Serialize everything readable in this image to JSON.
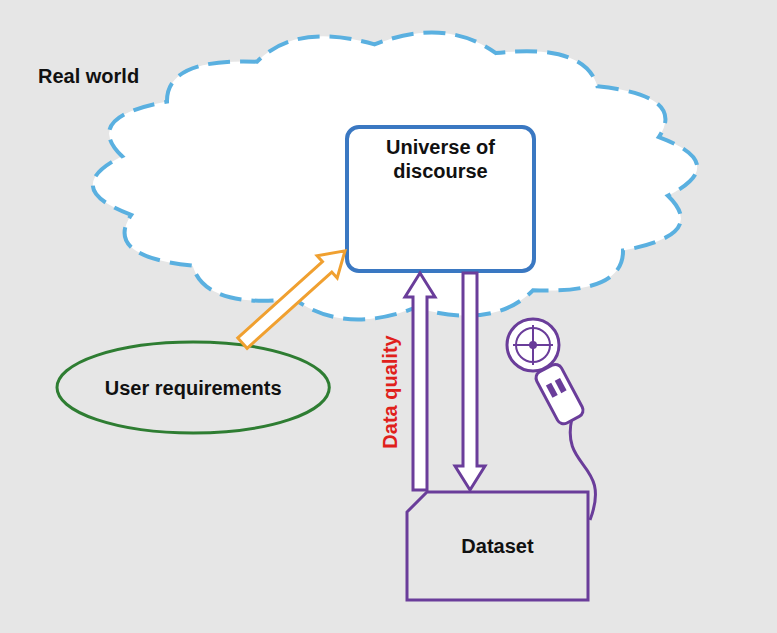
{
  "diagram": {
    "nodes": [
      {
        "text": [
          "Real world"
        ]
      },
      {
        "text": [
          "Universe of discourse"
        ],
        "in": 0
      },
      {
        "text": [
          "User requirements"
        ]
      },
      {
        "text": [
          "Dataset"
        ]
      }
    ],
    "edges": [
      {
        "from": 3,
        "to": 1,
        "arrow": "to",
        "label": "Data quality"
      },
      {
        "from": 1,
        "to": 3,
        "arrow": "to"
      },
      {
        "from": 2,
        "to": 1,
        "arrow": "to"
      }
    ]
  }
}
